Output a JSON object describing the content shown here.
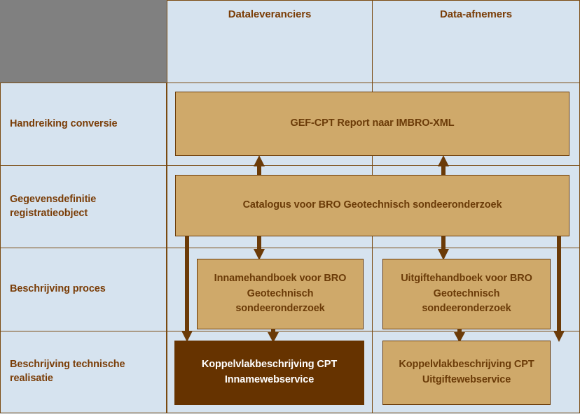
{
  "diagram": {
    "title_corner": "",
    "columns": [
      {
        "id": "dataleveranciers",
        "label": "Dataleveranciers"
      },
      {
        "id": "data-afnemers",
        "label": "Data-afnemers"
      }
    ],
    "rows": [
      {
        "id": "handreiking-conversie",
        "label": "Handreiking conversie"
      },
      {
        "id": "gegevensdefinitie-registratieobject",
        "label": "Gegevensdefinitie registratieobject"
      },
      {
        "id": "beschrijving-proces",
        "label": "Beschrijving proces"
      },
      {
        "id": "beschrijving-technische-realisatie",
        "label": "Beschrijving technische realisatie"
      }
    ],
    "boxes": [
      {
        "id": "gef-cpt-report",
        "label": "GEF-CPT Report naar IMBRO-XML",
        "style": "light"
      },
      {
        "id": "catalogus-bro",
        "label": "Catalogus voor BRO Geotechnisch sondeeronderzoek",
        "style": "light"
      },
      {
        "id": "innamehandboek",
        "label": "Innamehandboek voor BRO Geotechnisch sondeeronderzoek",
        "style": "light"
      },
      {
        "id": "uitgiftehandboek",
        "label": "Uitgiftehandboek voor BRO Geotechnisch sondeeronderzoek",
        "style": "light"
      },
      {
        "id": "koppelvlak-inname",
        "label": "Koppelvlakbeschrijving CPT Innamewebservice",
        "style": "dark"
      },
      {
        "id": "koppelvlak-uitgifte",
        "label": "Koppelvlakbeschrijving CPT Uitgiftewebservice",
        "style": "light"
      }
    ],
    "colors": {
      "cell_background": "#d6e3ef",
      "corner_block": "#808080",
      "box_fill": "#cfa96a",
      "box_highlight_fill": "#663300",
      "line": "#6b3b08",
      "text": "#6b3b08",
      "text_inverse": "#ffffff"
    }
  }
}
